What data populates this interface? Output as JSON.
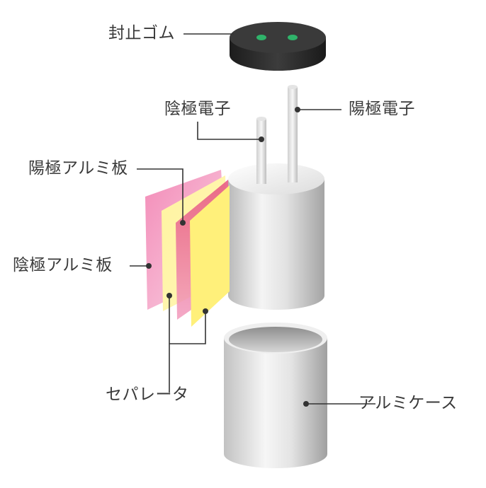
{
  "labels": {
    "sealing_rubber": "封止ゴム",
    "cathode_terminal": "陰極電子",
    "anode_terminal": "陽極電子",
    "anode_foil": "陽極アルミ板",
    "cathode_foil": "陰極アルミ板",
    "separator": "セパレータ",
    "aluminum_case": "アルミケース"
  },
  "colors": {
    "text": "#3a3a3a",
    "leader_line": "#333333",
    "rubber": "#2e2e2e",
    "rubber_holes": "#2fb36a",
    "metal_light": "#f2f2f2",
    "metal_dark": "#a9a9a9",
    "pink": "#ef7fae",
    "yellow": "#fff07a"
  }
}
